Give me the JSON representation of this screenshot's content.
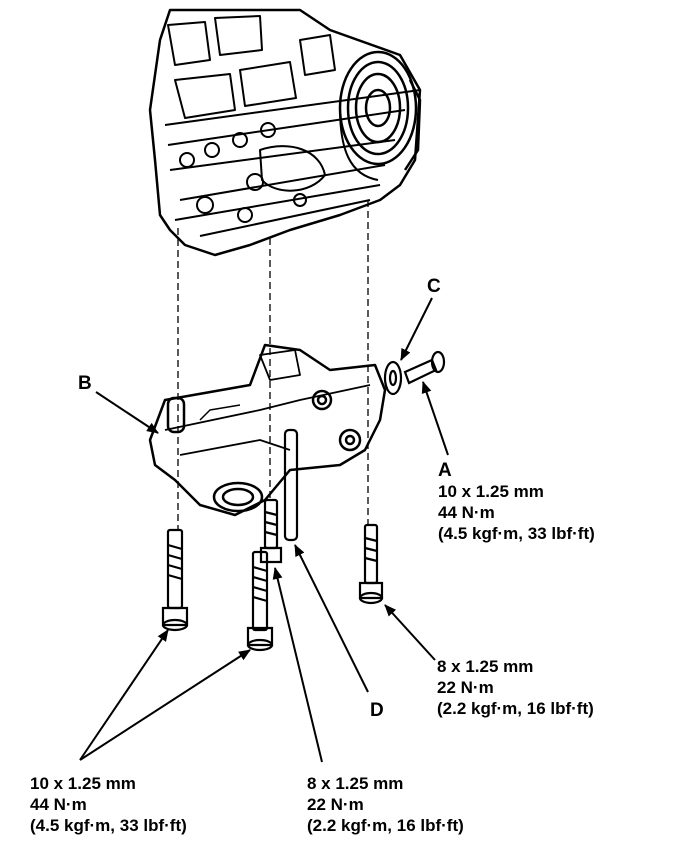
{
  "callouts": {
    "A": "A",
    "B": "B",
    "C": "C",
    "D": "D"
  },
  "specs": {
    "bolt_a": {
      "size": "10 x 1.25 mm",
      "torque": "44 N·m",
      "alt": "(4.5 kgf·m, 33 lbf·ft)"
    },
    "right_bolt": {
      "size": "8 x 1.25 mm",
      "torque": "22 N·m",
      "alt": "(2.2 kgf·m, 16 lbf·ft)"
    },
    "left_bolts": {
      "size": "10 x 1.25 mm",
      "torque": "44 N·m",
      "alt": "(4.5 kgf·m, 33 lbf·ft)"
    },
    "center_bolt": {
      "size": "8 x 1.25 mm",
      "torque": "22 N·m",
      "alt": "(2.2 kgf·m, 16 lbf·ft)"
    }
  },
  "colors": {
    "ink": "#000000",
    "paper": "#ffffff"
  }
}
